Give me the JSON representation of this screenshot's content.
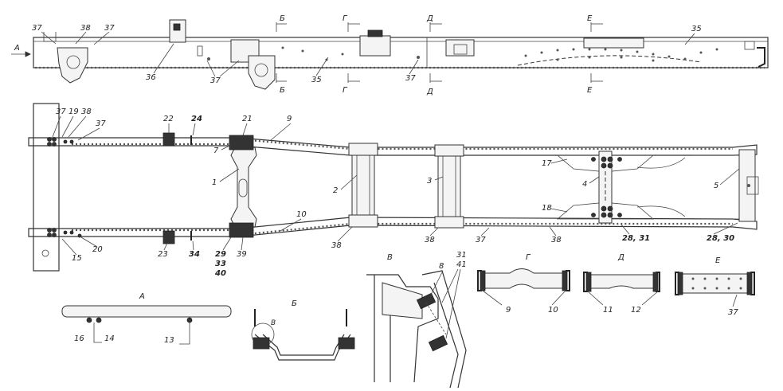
{
  "section_marks": {
    "a": "А",
    "b": "Б",
    "v": "В",
    "g": "Г",
    "d": "Д",
    "e": "Е"
  },
  "callouts": {
    "top": [
      "37",
      "38",
      "37",
      "36",
      "37",
      "35",
      "37",
      "35"
    ],
    "plan_left": [
      "37",
      "19",
      "38",
      "37",
      "22",
      "24",
      "21",
      "9",
      "7",
      "1",
      "2",
      "3",
      "4",
      "5",
      "17",
      "18",
      "10",
      "15",
      "20",
      "23",
      "34",
      "29",
      "33",
      "40",
      "39",
      "38",
      "38",
      "37",
      "38",
      "28, 31",
      "28, 30"
    ],
    "bottom": [
      "16",
      "14",
      "13",
      "8",
      "31",
      "41",
      "9",
      "10",
      "11",
      "12",
      "37"
    ]
  }
}
